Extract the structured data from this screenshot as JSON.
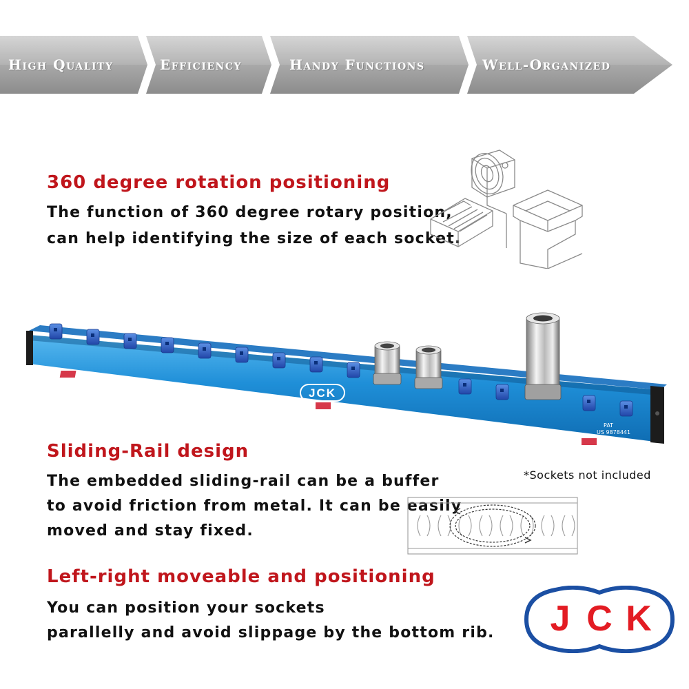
{
  "banner": {
    "items": [
      {
        "label": "High Quality"
      },
      {
        "label": "Efficiency"
      },
      {
        "label": "Handy Functions"
      },
      {
        "label": "Well-Organized"
      }
    ]
  },
  "sections": {
    "rotation": {
      "heading": "360 degree rotation positioning",
      "lines": [
        "The function of 360 degree rotary position,",
        "can help identifying the size of each socket."
      ]
    },
    "rail": {
      "heading": "Sliding-Rail design",
      "lines": [
        "The embedded sliding-rail can be a buffer",
        "to avoid friction from metal. It can be easily",
        "moved and stay fixed."
      ]
    },
    "moveable": {
      "heading": "Left-right moveable and positioning",
      "lines": [
        "You can position your sockets",
        "parallelly and avoid slippage by the bottom rib."
      ]
    }
  },
  "product": {
    "rail_logo": "JCK",
    "patent_line1": "PAT",
    "patent_line2": "US 9878441",
    "note": "*Sockets not included"
  },
  "logo": {
    "letters": [
      "J",
      "C",
      "K"
    ]
  },
  "colors": {
    "heading": "#c0161c",
    "rail_blue": "#1f8fd8",
    "clip_blue": "#2a63c6",
    "logo_red": "#e31c23",
    "logo_blue": "#1b4fa3",
    "banner_gray": "#a8a8a8"
  }
}
